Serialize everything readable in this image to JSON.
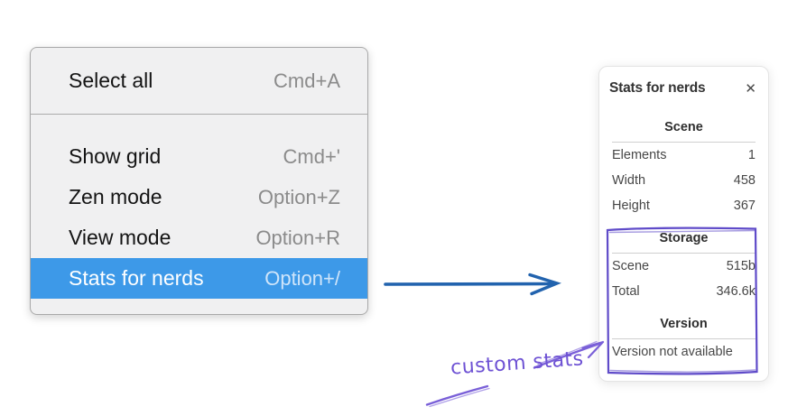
{
  "menu": {
    "items": [
      {
        "label": "Select all",
        "shortcut": "Cmd+A",
        "highlighted": false
      },
      {
        "label": "Show grid",
        "shortcut": "Cmd+'",
        "highlighted": false
      },
      {
        "label": "Zen mode",
        "shortcut": "Option+Z",
        "highlighted": false
      },
      {
        "label": "View mode",
        "shortcut": "Option+R",
        "highlighted": false
      },
      {
        "label": "Stats for nerds",
        "shortcut": "Option+/",
        "highlighted": true
      }
    ],
    "highlight_color": "#3d99e8"
  },
  "stats_panel": {
    "title": "Stats for nerds",
    "close_icon": "✕",
    "sections": [
      {
        "header": "Scene",
        "rows": [
          {
            "label": "Elements",
            "value": "1"
          },
          {
            "label": "Width",
            "value": "458"
          },
          {
            "label": "Height",
            "value": "367"
          }
        ]
      },
      {
        "header": "Storage",
        "rows": [
          {
            "label": "Scene",
            "value": "515b"
          },
          {
            "label": "Total",
            "value": "346.6k"
          }
        ]
      },
      {
        "header": "Version",
        "note": "Version not available"
      }
    ]
  },
  "annotation": {
    "label": "custom stats",
    "text_color": "#6e52d4",
    "arrow_color": "#7a60d8",
    "box_color": "#5f4bc9"
  },
  "pointer_arrow": {
    "color": "#2263ae"
  }
}
